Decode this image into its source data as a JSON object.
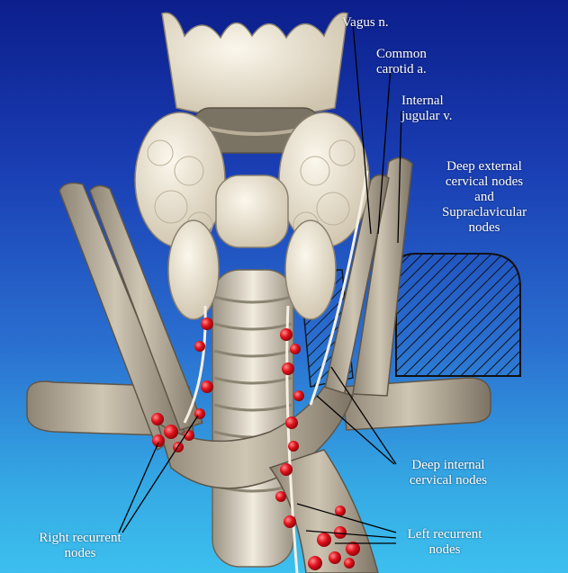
{
  "labels": {
    "vagus": "Vagus n.",
    "common_carotid": [
      "Common",
      "carotid a."
    ],
    "internal_jugular": [
      "Internal",
      "jugular v."
    ],
    "deep_external": [
      "Deep external",
      "cervical nodes",
      "and",
      "Supraclavicular",
      "nodes"
    ],
    "deep_internal": [
      "Deep internal",
      "cervical nodes"
    ],
    "left_recurrent": [
      "Left recurrent",
      "nodes"
    ],
    "right_recurrent": [
      "Right recurrent",
      "nodes"
    ]
  },
  "colors": {
    "background_top": "#0c1e8c",
    "background_bottom": "#3cc0ee",
    "vessel": "#b7ab98",
    "gland": "#ece4d2",
    "node": "#e0121c",
    "label": "#ffffff"
  }
}
